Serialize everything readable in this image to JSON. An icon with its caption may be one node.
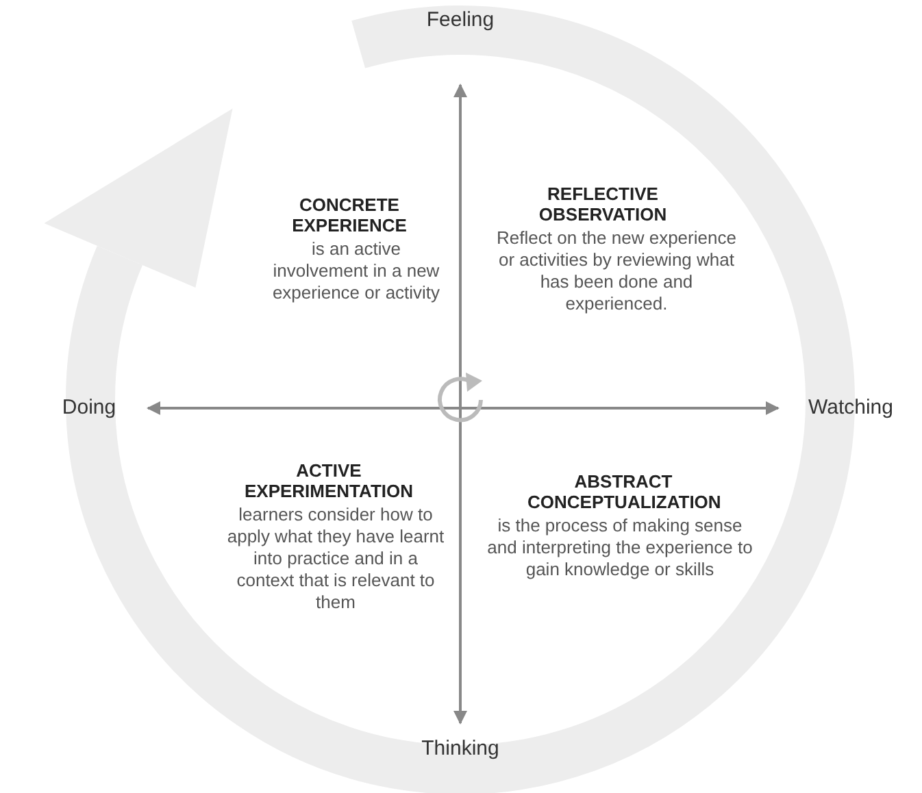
{
  "diagram": {
    "labels": [
      "Feeling",
      "CONCRETE EXPERIENCE",
      "is an active involvement in a new experience or activity",
      "REFLECTIVE OBSERVATION",
      "Reflect on the new experience or activities by reviewing what has been done and experienced.",
      "Doing",
      "Watching",
      "ACTIVE EXPERIMENTATION",
      "learners consider how to apply what they have learnt into practice and in a context that is relevant to them",
      "ABSTRACT CONCEPTUALIZATION",
      "is the process of making sense and interpreting the experience to gain knowledge or skills",
      "Thinking"
    ]
  }
}
